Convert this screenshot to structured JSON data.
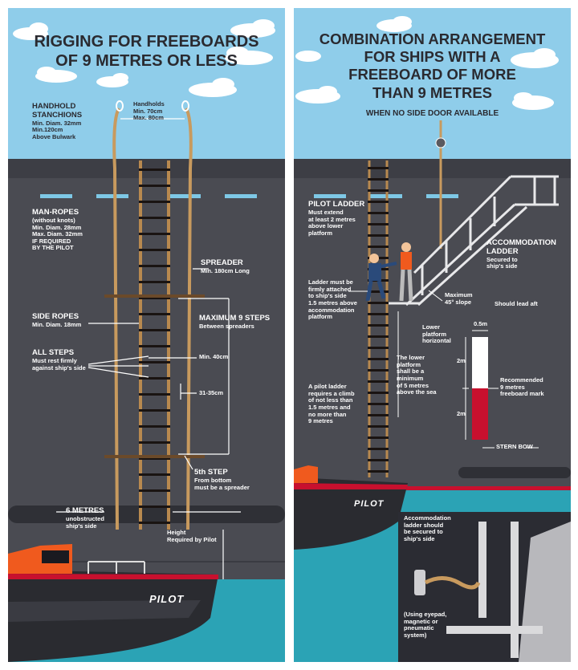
{
  "left": {
    "title_line1": "RIGGING FOR FREEBOARDS",
    "title_line2": "OF 9 METRES OR LESS",
    "handhold_stanchions": {
      "title1": "HANDHOLD",
      "title2": "STANCHIONS",
      "l1": "Min. Diam. 32mm",
      "l2": "Min.120cm",
      "l3": "Above Bulwark"
    },
    "handholds": {
      "title": "Handholds",
      "l1": "Min. 70cm",
      "l2": "Max. 80cm"
    },
    "man_ropes": {
      "title": "MAN-ROPES",
      "l1": "(without knots)",
      "l2": "Min. Diam. 28mm",
      "l3": "Max. Diam. 32mm",
      "l4": "IF REQUIRED",
      "l5": "BY THE PILOT"
    },
    "spreader": {
      "title": "SPREADER",
      "l1": "Min. 180cm Long"
    },
    "max_steps": {
      "title": "MAXIMUM 9 STEPS",
      "l1": "Between spreaders"
    },
    "side_ropes": {
      "title": "SIDE ROPES",
      "l1": "Min. Diam. 18mm"
    },
    "all_steps": {
      "title": "ALL  STEPS",
      "l1": "Must rest firmly",
      "l2": "against ship's side"
    },
    "min_40": "Min. 40cm",
    "range_31_35": "31-35cm",
    "fifth_step": {
      "title": "5th STEP",
      "l1": "From bottom",
      "l2": "must be a spreader"
    },
    "six_metres": {
      "title": "6 METRES",
      "l1": "unobstructed",
      "l2": "ship's side"
    },
    "height": {
      "l1": "Height",
      "l2": "Required by Pilot"
    },
    "boat_label": "PILOT"
  },
  "right": {
    "title_l1": "COMBINATION ARRANGEMENT",
    "title_l2": "FOR SHIPS WITH A",
    "title_l3": "FREEBOARD OF MORE",
    "title_l4": "THAN 9 METRES",
    "subtitle": "WHEN NO SIDE DOOR AVAILABLE",
    "pilot_ladder": {
      "title": "PILOT LADDER",
      "l1": "Must extend",
      "l2": "at least 2 metres",
      "l3": "above lower",
      "l4": "platform"
    },
    "attached": {
      "l1": "Ladder must be",
      "l2": "firmly attached",
      "l3": "to ship's side",
      "l4": "1.5 metres above",
      "l5": "accommodation",
      "l6": "platform"
    },
    "accom": {
      "title1": "ACCOMMODATION",
      "title2": "LADDER",
      "l1": "Secured to",
      "l2": "ship's side"
    },
    "maximum_slope": {
      "l1": "Maximum",
      "l2": "45° slope"
    },
    "lead_aft": "Should lead aft",
    "lower_platform": {
      "l1": "Lower",
      "l2": "platform",
      "l3": "horizontal"
    },
    "mark_width": "0.5m",
    "mark_upper": "2m",
    "mark_lower": "2m",
    "recommended": {
      "l1": "Recommended",
      "l2": "9 metres",
      "l3": "freeboard mark"
    },
    "lower_min": {
      "l1": "The lower",
      "l2": "platform",
      "l3": "shall be a",
      "l4": "minimum",
      "l5": "of 5 metres",
      "l6": "above the sea"
    },
    "climb": {
      "l1": "A pilot ladder",
      "l2": "requires a climb",
      "l3": "of not less than",
      "l4": "1.5 metres and",
      "l5": "no more than",
      "l6": "9 metres"
    },
    "stern_bow": "STERN BOW",
    "boat_label": "PILOT",
    "inset": {
      "l1": "Accommodation",
      "l2": "ladder should",
      "l3": "be secured to",
      "l4": "ship's side",
      "n1": "(Using eyepad,",
      "n2": "magnetic or",
      "n3": "pneumatic",
      "n4": "system)"
    }
  },
  "colors": {
    "sky": "#8fcdea",
    "hull": "#4a4b52",
    "deck": "#3d3e45",
    "sea": "#2ba3b5",
    "rope": "#c89a5e",
    "boat_orange": "#f05a1e",
    "red": "#c8102e",
    "window": "#7ec8e6"
  }
}
